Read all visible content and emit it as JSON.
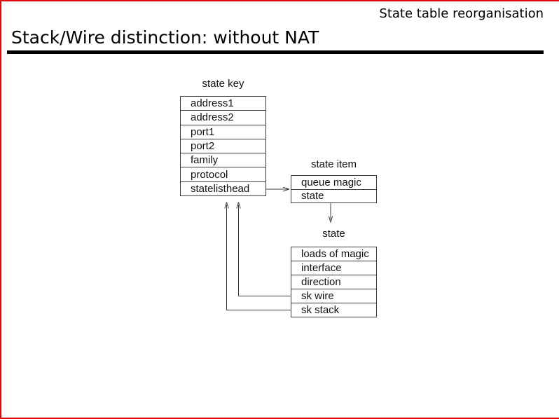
{
  "slide": {
    "corner_title": "State table reorganisation",
    "title": "Stack/Wire distinction: without NAT",
    "accent_color": "#ee0000",
    "rule_color": "#000000"
  },
  "diagram": {
    "state_key": {
      "label": "state key",
      "rows": [
        "address1",
        "address2",
        "port1",
        "port2",
        "family",
        "protocol",
        "statelisthead"
      ]
    },
    "state_item": {
      "label": "state item",
      "rows": [
        "queue magic",
        "state"
      ]
    },
    "state": {
      "label": "state",
      "rows": [
        "loads of magic",
        "interface",
        "direction",
        "sk wire",
        "sk stack"
      ]
    },
    "connections": [
      {
        "from": "state_key.statelisthead",
        "to": "state_item",
        "style": "arrow-right"
      },
      {
        "from": "state_item.state",
        "to": "state",
        "style": "arrow-down"
      },
      {
        "from": "state.sk_wire",
        "to": "state_key.statelisthead",
        "style": "arrow-up"
      },
      {
        "from": "state.sk_stack",
        "to": "state_key.statelisthead",
        "style": "arrow-up"
      }
    ]
  }
}
